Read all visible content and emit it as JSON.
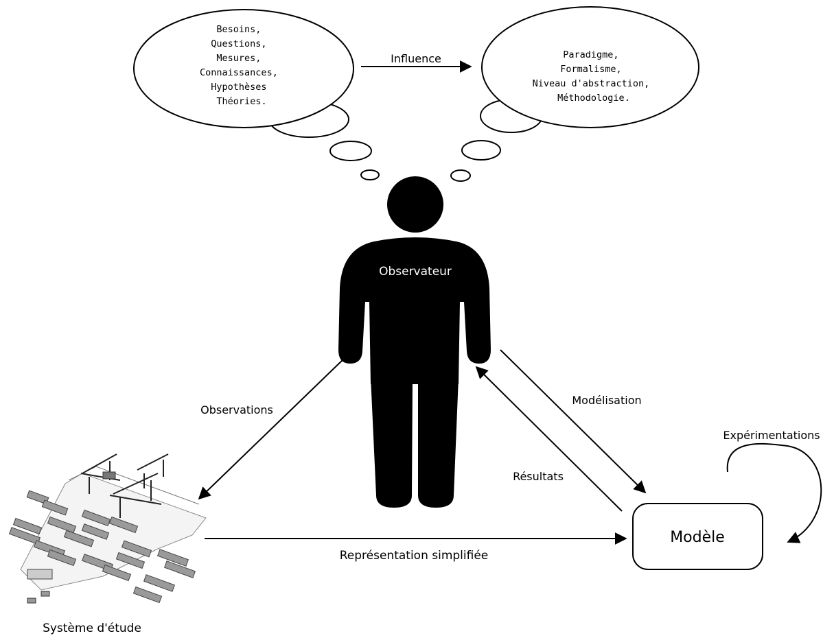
{
  "thought_left": {
    "lines": [
      "Besoins,",
      "Questions,",
      "Mesures,",
      "Connaissances,",
      "Hypothèses",
      "Théories."
    ]
  },
  "thought_right": {
    "lines": [
      "Paradigme,",
      "Formalisme,",
      "Niveau d'abstraction,",
      "Méthodologie."
    ]
  },
  "labels": {
    "influence": "Influence",
    "observateur": "Observateur",
    "observations": "Observations",
    "modelisation": "Modélisation",
    "resultats": "Résultats",
    "experimentations": "Expérimentations",
    "representation": "Représentation simplifiée",
    "modele": "Modèle",
    "systeme": "Système d'étude"
  }
}
